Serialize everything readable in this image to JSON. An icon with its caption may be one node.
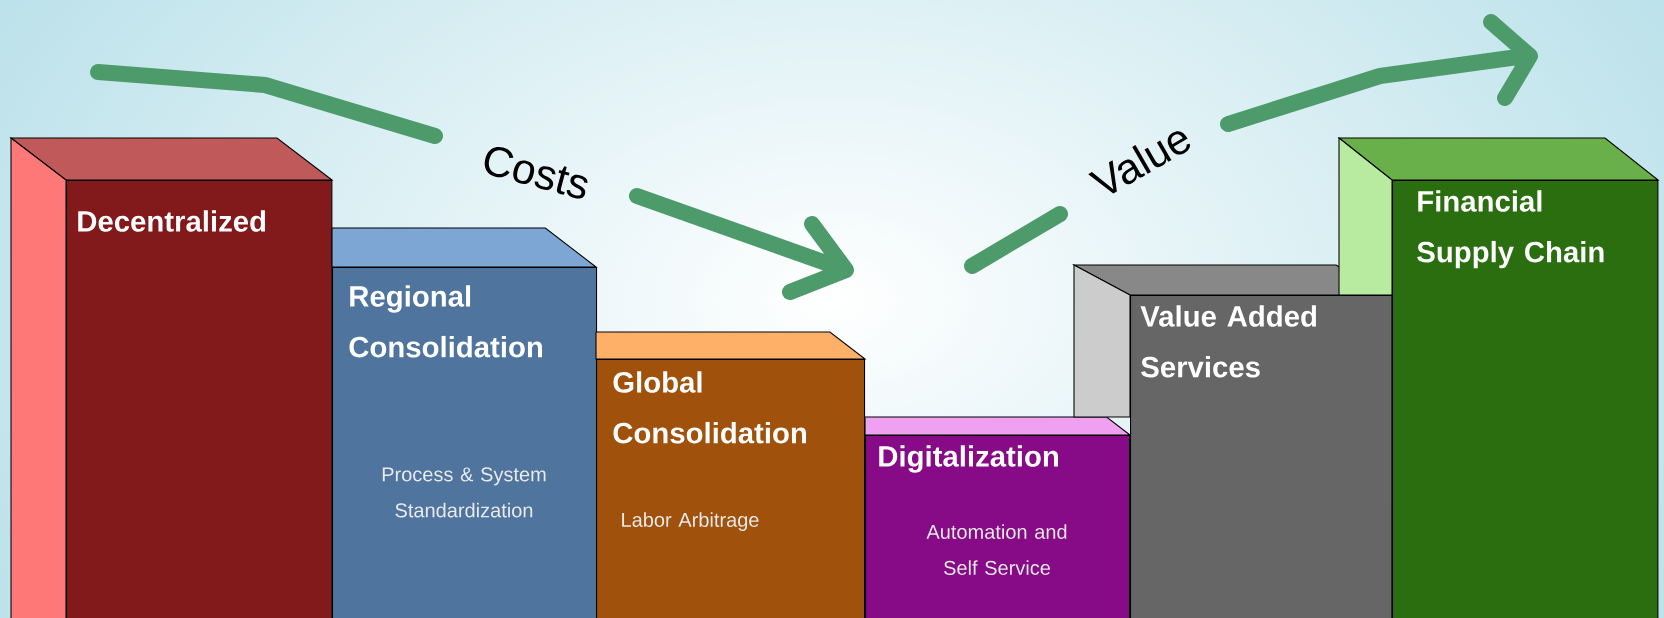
{
  "diagram": {
    "nodes": [
      {
        "text": [
          "Decentralized"
        ]
      },
      {
        "text": [
          "Regional Consolidation",
          "Process & System Standardization"
        ]
      },
      {
        "text": [
          "Global Consolidation",
          "Labor Arbitrage"
        ]
      },
      {
        "text": [
          "Digitalization",
          "Automation and Self Service"
        ]
      },
      {
        "text": [
          "Value Added Services"
        ]
      },
      {
        "text": [
          "Financial Supply Chain"
        ]
      }
    ],
    "labels": [
      "Costs",
      "Value"
    ]
  }
}
